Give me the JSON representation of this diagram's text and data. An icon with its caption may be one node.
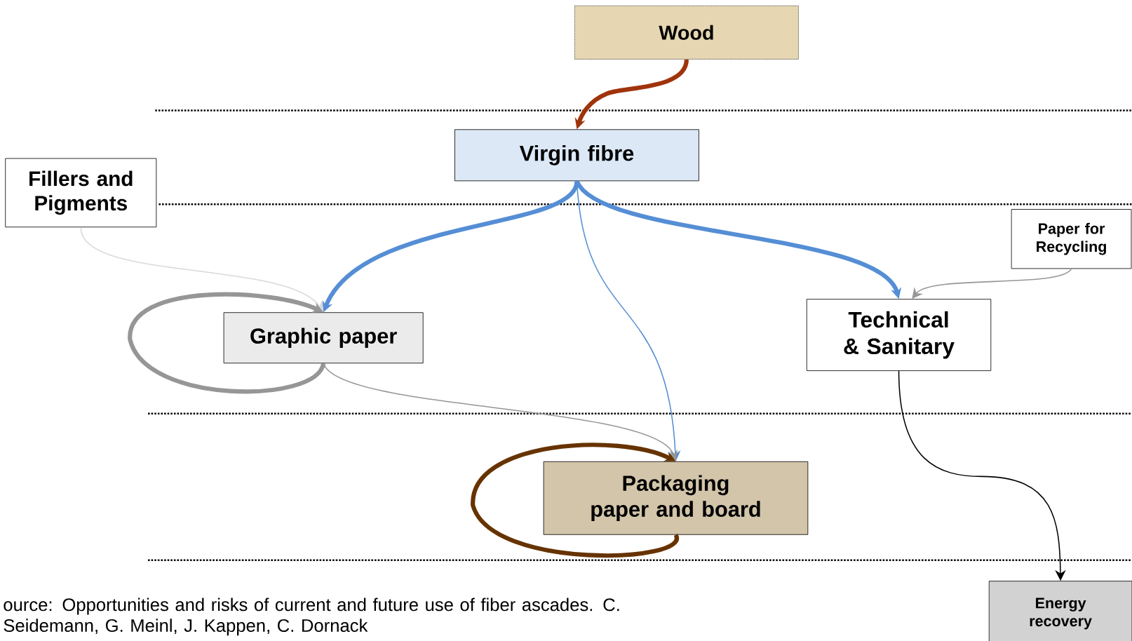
{
  "diagram": {
    "nodes": [
      {
        "text": [
          "Wood"
        ]
      },
      {
        "text": [
          "Virgin fibre"
        ]
      },
      {
        "text": [
          "Fillers and Pigments"
        ]
      },
      {
        "text": [
          "Graphic paper"
        ]
      },
      {
        "text": [
          "Paper for Recycling"
        ]
      },
      {
        "text": [
          "Technical & Sanitary"
        ]
      },
      {
        "text": [
          "Packaging paper and board"
        ]
      },
      {
        "text": [
          "Energy recovery"
        ]
      }
    ],
    "edges": [
      {
        "from": 0,
        "to": 1,
        "arrow": "to",
        "style": "thick",
        "color": "#a0330c"
      },
      {
        "from": 1,
        "to": 3,
        "arrow": "to",
        "style": "thick",
        "color": "#558ed5"
      },
      {
        "from": 1,
        "to": 6,
        "arrow": "to",
        "color": "#558ed5"
      },
      {
        "from": 1,
        "to": 5,
        "arrow": "to",
        "style": "thick",
        "color": "#558ed5"
      },
      {
        "from": 2,
        "to": 3,
        "arrow": "to",
        "color": "#d9d9d9"
      },
      {
        "from": 3,
        "to": 3,
        "arrow": "to",
        "style": "thick",
        "color": "#969696"
      },
      {
        "from": 3,
        "to": 6,
        "arrow": "to",
        "color": "#969696"
      },
      {
        "from": 6,
        "to": 6,
        "arrow": "to",
        "style": "thick",
        "color": "#663300"
      },
      {
        "from": 4,
        "to": 5,
        "arrow": "to",
        "color": "#969696"
      },
      {
        "from": 5,
        "to": 7,
        "arrow": "to",
        "color": "#000000"
      }
    ],
    "labels": [
      "ource: Opportunities and risks of current and future use of fiber ascades. C. Seidemann, G. Meinl, J. Kappen, C. Dornack"
    ]
  }
}
